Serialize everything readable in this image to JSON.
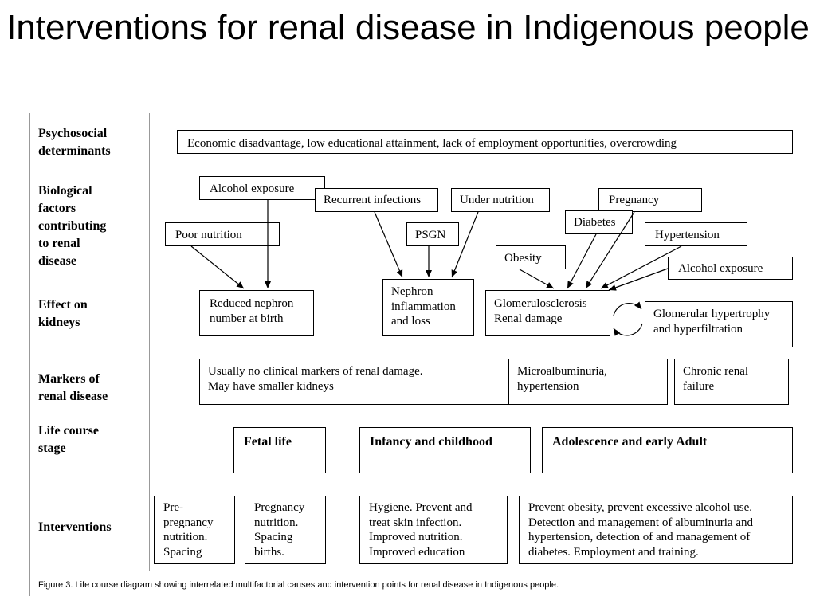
{
  "title": "Interventions for renal disease in Indigenous people",
  "row_labels": {
    "psychosocial": "Psychosocial\ndeterminants",
    "biological": "Biological\nfactors\ncontributing\nto renal\ndisease",
    "effect": "Effect on\nkidneys",
    "markers": "Markers of\nrenal disease",
    "life_course": "Life course\nstage",
    "interventions": "Interventions"
  },
  "psychosocial_box": "Economic disadvantage, low educational attainment, lack of employment opportunities, overcrowding",
  "biological": {
    "alcohol_exposure_1": "Alcohol exposure",
    "recurrent_infections": "Recurrent infections",
    "under_nutrition": "Under nutrition",
    "poor_nutrition": "Poor nutrition",
    "psgn": "PSGN",
    "pregnancy": "Pregnancy",
    "diabetes": "Diabetes",
    "hypertension": "Hypertension",
    "obesity": "Obesity",
    "alcohol_exposure_2": "Alcohol exposure"
  },
  "effects": {
    "reduced_nephron": "Reduced nephron\nnumber at birth",
    "nephron_inflammation": "Nephron\ninflammation\nand loss",
    "glomerulosclerosis": "Glomerulosclerosis\nRenal damage",
    "glomerular_hypertrophy": "Glomerular hypertrophy\nand hyperfiltration"
  },
  "markers": {
    "no_markers": "Usually no clinical markers of renal damage.\nMay have smaller kidneys",
    "microalbuminuria": "Microalbuminuria,\nhypertension",
    "chronic_failure": "Chronic renal\nfailure"
  },
  "stages": {
    "fetal": "Fetal life",
    "infancy": "Infancy and childhood",
    "adolescence": "Adolescence and early Adult"
  },
  "interventions": {
    "pre_pregnancy": "Pre-\npregnancy\nnutrition.\nSpacing",
    "pregnancy": "Pregnancy\nnutrition.\nSpacing\nbirths.",
    "hygiene": "Hygiene. Prevent and\ntreat skin infection.\nImproved nutrition.\nImproved education",
    "adult": "Prevent obesity, prevent excessive alcohol use.\nDetection and management of albuminuria and\nhypertension, detection of and management of\ndiabetes.  Employment and training."
  },
  "caption": "Figure 3. Life course diagram showing interrelated multifactorial causes and intervention points for renal disease in Indigenous people."
}
